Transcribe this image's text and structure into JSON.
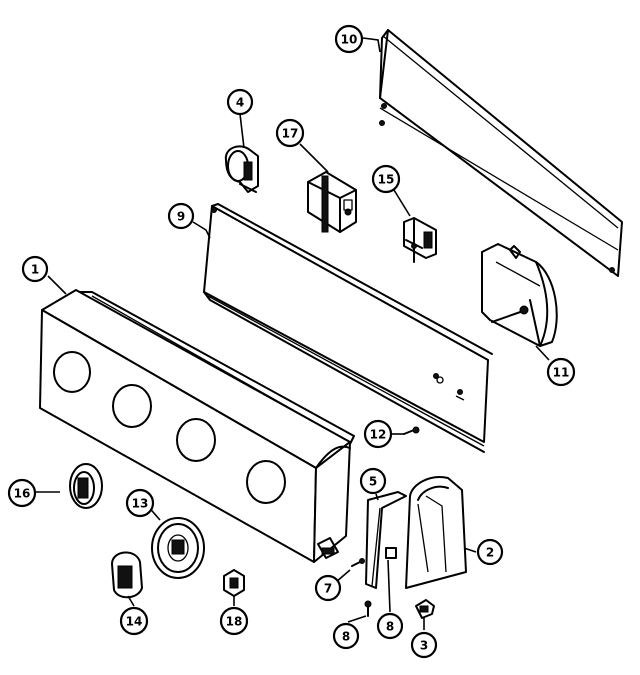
{
  "callouts": [
    {
      "id": "1",
      "label": "1"
    },
    {
      "id": "2",
      "label": "2"
    },
    {
      "id": "3",
      "label": "3"
    },
    {
      "id": "4",
      "label": "4"
    },
    {
      "id": "5",
      "label": "5"
    },
    {
      "id": "7",
      "label": "7"
    },
    {
      "id": "8a",
      "label": "8"
    },
    {
      "id": "8b",
      "label": "8"
    },
    {
      "id": "9",
      "label": "9"
    },
    {
      "id": "10",
      "label": "10"
    },
    {
      "id": "11",
      "label": "11"
    },
    {
      "id": "12",
      "label": "12"
    },
    {
      "id": "13",
      "label": "13"
    },
    {
      "id": "14",
      "label": "14"
    },
    {
      "id": "15",
      "label": "15"
    },
    {
      "id": "16",
      "label": "16"
    },
    {
      "id": "17",
      "label": "17"
    },
    {
      "id": "18",
      "label": "18"
    }
  ]
}
